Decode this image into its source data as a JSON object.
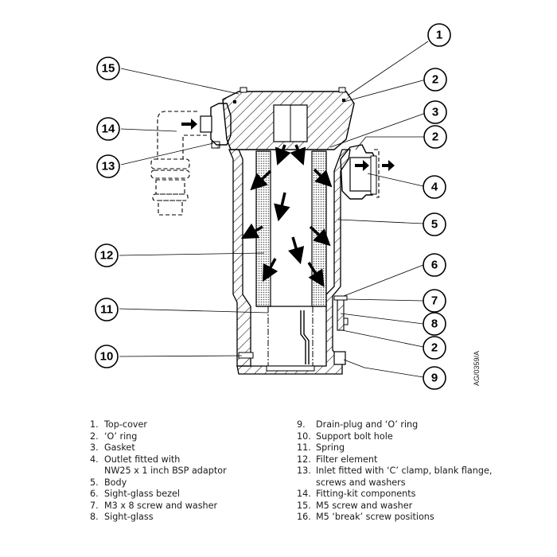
{
  "figure": {
    "reference_code": "AG/0359/A",
    "callouts": [
      {
        "id": "c1",
        "label": "1"
      },
      {
        "id": "c15",
        "label": "15"
      },
      {
        "id": "c2a",
        "label": "2"
      },
      {
        "id": "c3",
        "label": "3"
      },
      {
        "id": "c14",
        "label": "14"
      },
      {
        "id": "c2b",
        "label": "2"
      },
      {
        "id": "c13",
        "label": "13"
      },
      {
        "id": "c4",
        "label": "4"
      },
      {
        "id": "c5",
        "label": "5"
      },
      {
        "id": "c12",
        "label": "12"
      },
      {
        "id": "c6",
        "label": "6"
      },
      {
        "id": "c7",
        "label": "7"
      },
      {
        "id": "c11",
        "label": "11"
      },
      {
        "id": "c8",
        "label": "8"
      },
      {
        "id": "c2c",
        "label": "2"
      },
      {
        "id": "c10",
        "label": "10"
      },
      {
        "id": "c9",
        "label": "9"
      }
    ]
  },
  "legend": {
    "left": [
      {
        "num": "1.",
        "text": "Top-cover"
      },
      {
        "num": "2.",
        "text": "‘O’ ring"
      },
      {
        "num": "3.",
        "text": "Gasket"
      },
      {
        "num": "4.",
        "text": "Outlet fitted with\nNW25 x 1 inch BSP adaptor"
      },
      {
        "num": "5.",
        "text": "Body"
      },
      {
        "num": "6.",
        "text": "Sight-glass bezel"
      },
      {
        "num": "7.",
        "text": "M3 x 8 screw and washer"
      },
      {
        "num": "8.",
        "text": "Sight-glass"
      }
    ],
    "right": [
      {
        "num": "9.",
        "text": "Drain-plug and ‘O’ ring"
      },
      {
        "num": "10.",
        "text": "Support bolt hole"
      },
      {
        "num": "11.",
        "text": "Spring"
      },
      {
        "num": "12.",
        "text": "Filter element"
      },
      {
        "num": "13.",
        "text": "Inlet fitted with ‘C’ clamp, blank flange,\nscrews and washers"
      },
      {
        "num": "14.",
        "text": "Fitting-kit components"
      },
      {
        "num": "15.",
        "text": "M5 screw and washer"
      },
      {
        "num": "16.",
        "text": "M5 ‘break’ screw positions"
      }
    ]
  }
}
